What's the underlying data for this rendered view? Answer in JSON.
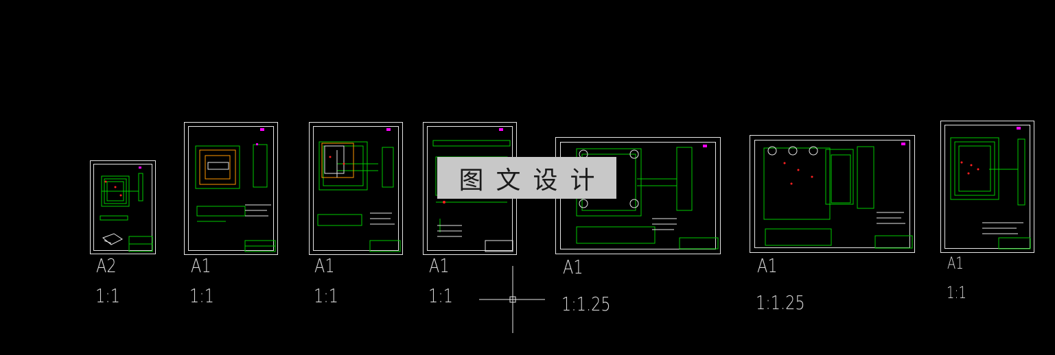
{
  "watermark": {
    "text": "图文设计"
  },
  "sheets": [
    {
      "size": "A2",
      "scale": "1:1"
    },
    {
      "size": "A1",
      "scale": "1:1"
    },
    {
      "size": "A1",
      "scale": "1:1"
    },
    {
      "size": "A1",
      "scale": "1:1"
    },
    {
      "size": "A1",
      "scale": "1:1.25"
    },
    {
      "size": "A1",
      "scale": "1:1.25"
    },
    {
      "size": "A1",
      "scale": "1:1"
    }
  ],
  "colors": {
    "background": "#000000",
    "frame": "#e8e8e8",
    "geometry": "#00cc00",
    "highlight": "#ff9900",
    "accent": "#ff00ff",
    "red": "#ff2020",
    "text": "#d6d6d6"
  },
  "icons": {
    "cursor": "crosshair-cursor-icon"
  }
}
